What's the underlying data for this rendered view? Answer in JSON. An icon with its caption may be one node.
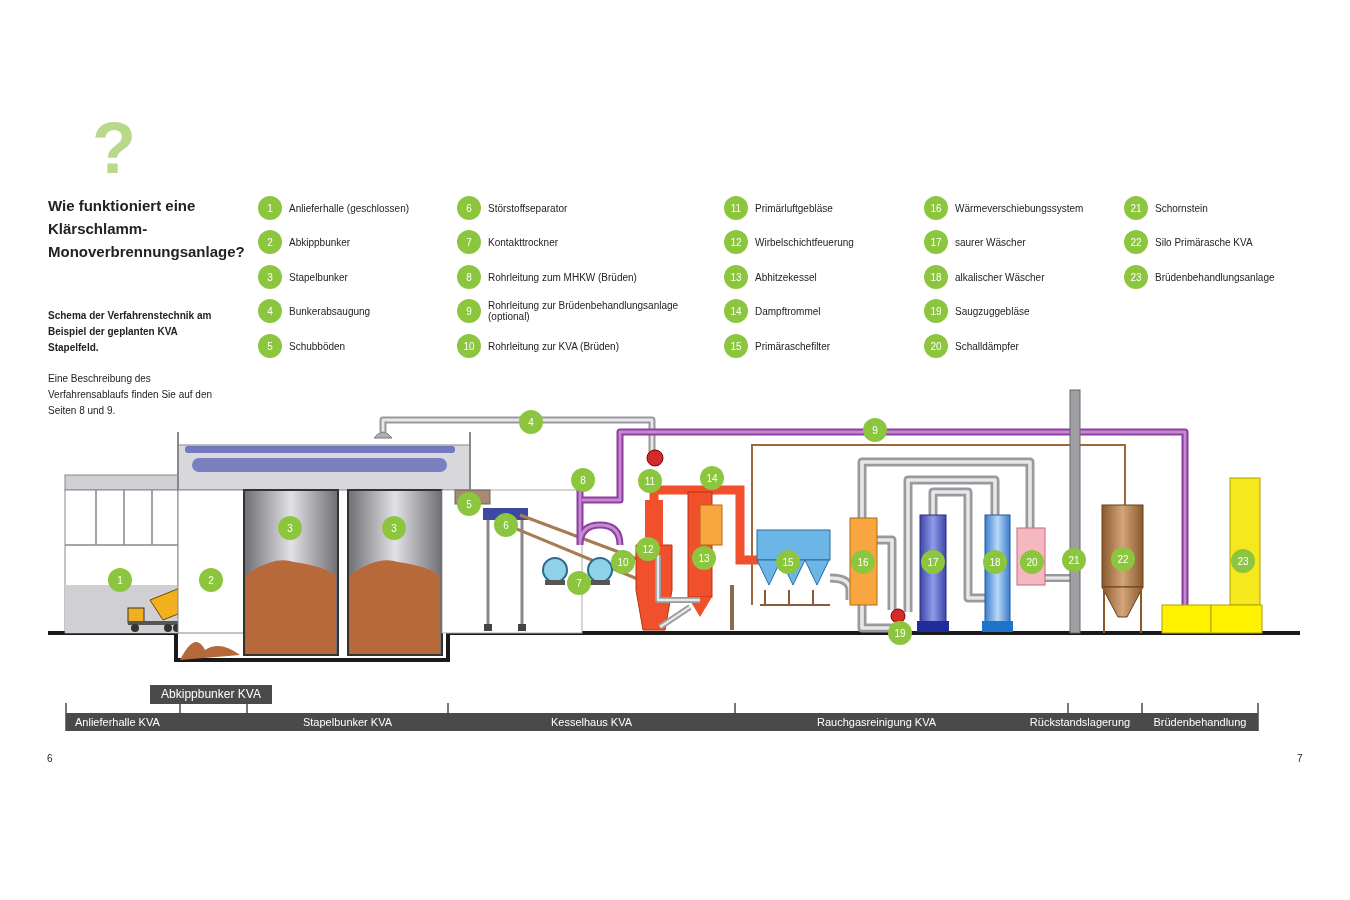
{
  "diagram": {
    "title": "Wie funktioniert eine Klärschlamm-Monoverbrennungsanlage?",
    "labels": [
      "?",
      "Schema der Verfahrenstechnik am Beispiel der geplanten KVA Stapelfeld.",
      "Eine Beschreibung des Verfahrensablaufs finden Sie auf den Seiten 8 und 9.",
      "1",
      "Anlieferhalle (geschlossen)",
      "2",
      "Abkippbunker",
      "3",
      "Stapelbunker",
      "4",
      "Bunkerabsaugung",
      "5",
      "Schubböden",
      "6",
      "Störstoffseparator",
      "7",
      "Kontakttrockner",
      "8",
      "Rohrleitung zum MHKW (Brüden)",
      "9",
      "Rohrleitung zur Brüdenbehandlungsanlage (optional)",
      "10",
      "Rohrleitung zur KVA (Brüden)",
      "11",
      "Primärluftgebläse",
      "12",
      "Wirbelschichtfeuerung",
      "13",
      "Abhitzekessel",
      "14",
      "Dampftrommel",
      "15",
      "Primäraschefilter",
      "16",
      "Wärmeverschiebungssystem",
      "17",
      "saurer Wäscher",
      "18",
      "alkalischer Wäscher",
      "19",
      "Saugzuggebläse",
      "20",
      "Schalldämpfer",
      "21",
      "Schornstein",
      "22",
      "Silo Primärasche KVA",
      "23",
      "Brüdenbehandlungsanlage",
      "1",
      "2",
      "3",
      "3",
      "4",
      "5",
      "6",
      "7",
      "8",
      "9",
      "10",
      "11",
      "12",
      "13",
      "14",
      "15",
      "16",
      "17",
      "18",
      "19",
      "20",
      "21",
      "22",
      "23",
      "Abkippbunker KVA",
      "Anlieferhalle KVA",
      "Stapelbunker KVA",
      "Kesselhaus KVA",
      "Rauchgasreinigung KVA",
      "Rückstandslagerung",
      "Brüdenbehandlung",
      "6",
      "7"
    ]
  }
}
